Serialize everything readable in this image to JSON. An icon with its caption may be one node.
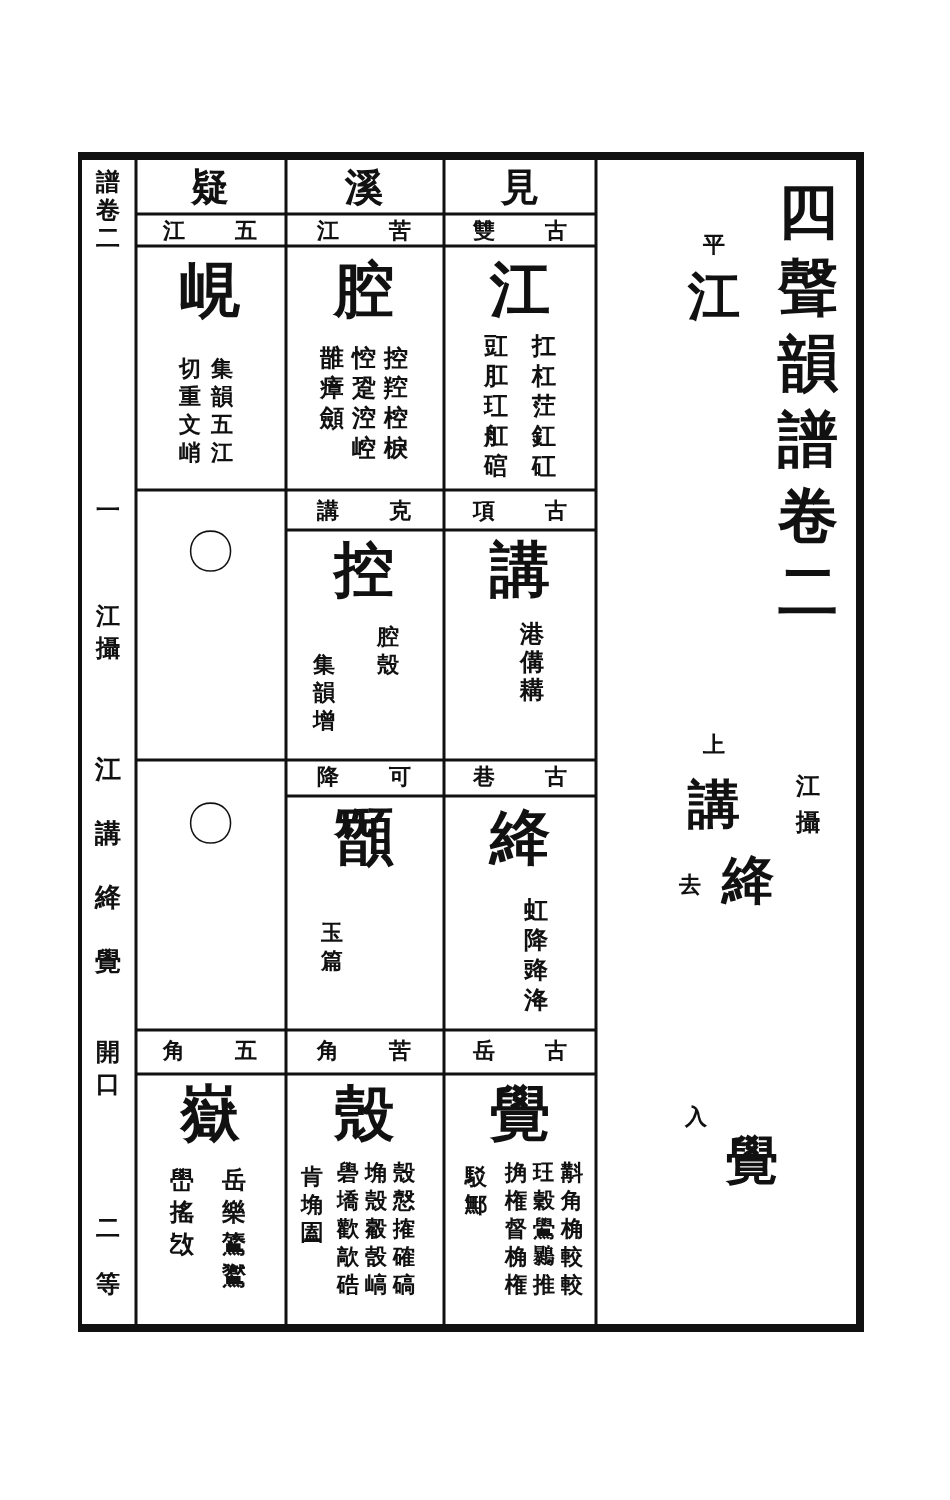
{
  "diagram": {
    "title": "四聲韻譜卷二",
    "labels": [
      "譜卷二",
      "一",
      "江攝",
      "江講絳覺",
      "開口",
      "二等",
      "疑",
      "溪",
      "見",
      "五",
      "江",
      "苦",
      "江",
      "古",
      "雙",
      "峴",
      "腔",
      "江",
      "集韻五江",
      "切重文峭",
      "控羫椌棙",
      "悾跫涳崆",
      "䧿瘴顩",
      "扛杠茳釭矼",
      "豇肛玒舡䃔",
      "克",
      "講",
      "古",
      "項",
      "〇",
      "控",
      "講",
      "腔殼",
      "集韻增",
      "港傋耩",
      "可",
      "降",
      "古",
      "巷",
      "〇",
      "䫬",
      "絳",
      "玉篇",
      "虹降䜶洚",
      "五",
      "角",
      "苦",
      "角",
      "古",
      "岳",
      "嶽",
      "殼",
      "覺",
      "岳樂鷟鸑",
      "嶨搖㩿",
      "殼慤搉確碻",
      "埆殼觳嗀嵪",
      "礐墧歡歊硞",
      "肯埆圔",
      "斠角桷較較",
      "玨穀鷽𪇰推",
      "捔権督桷権",
      "駁鄦",
      "江攝",
      "平",
      "江",
      "上",
      "講",
      "去",
      "絳",
      "入",
      "覺"
    ]
  }
}
